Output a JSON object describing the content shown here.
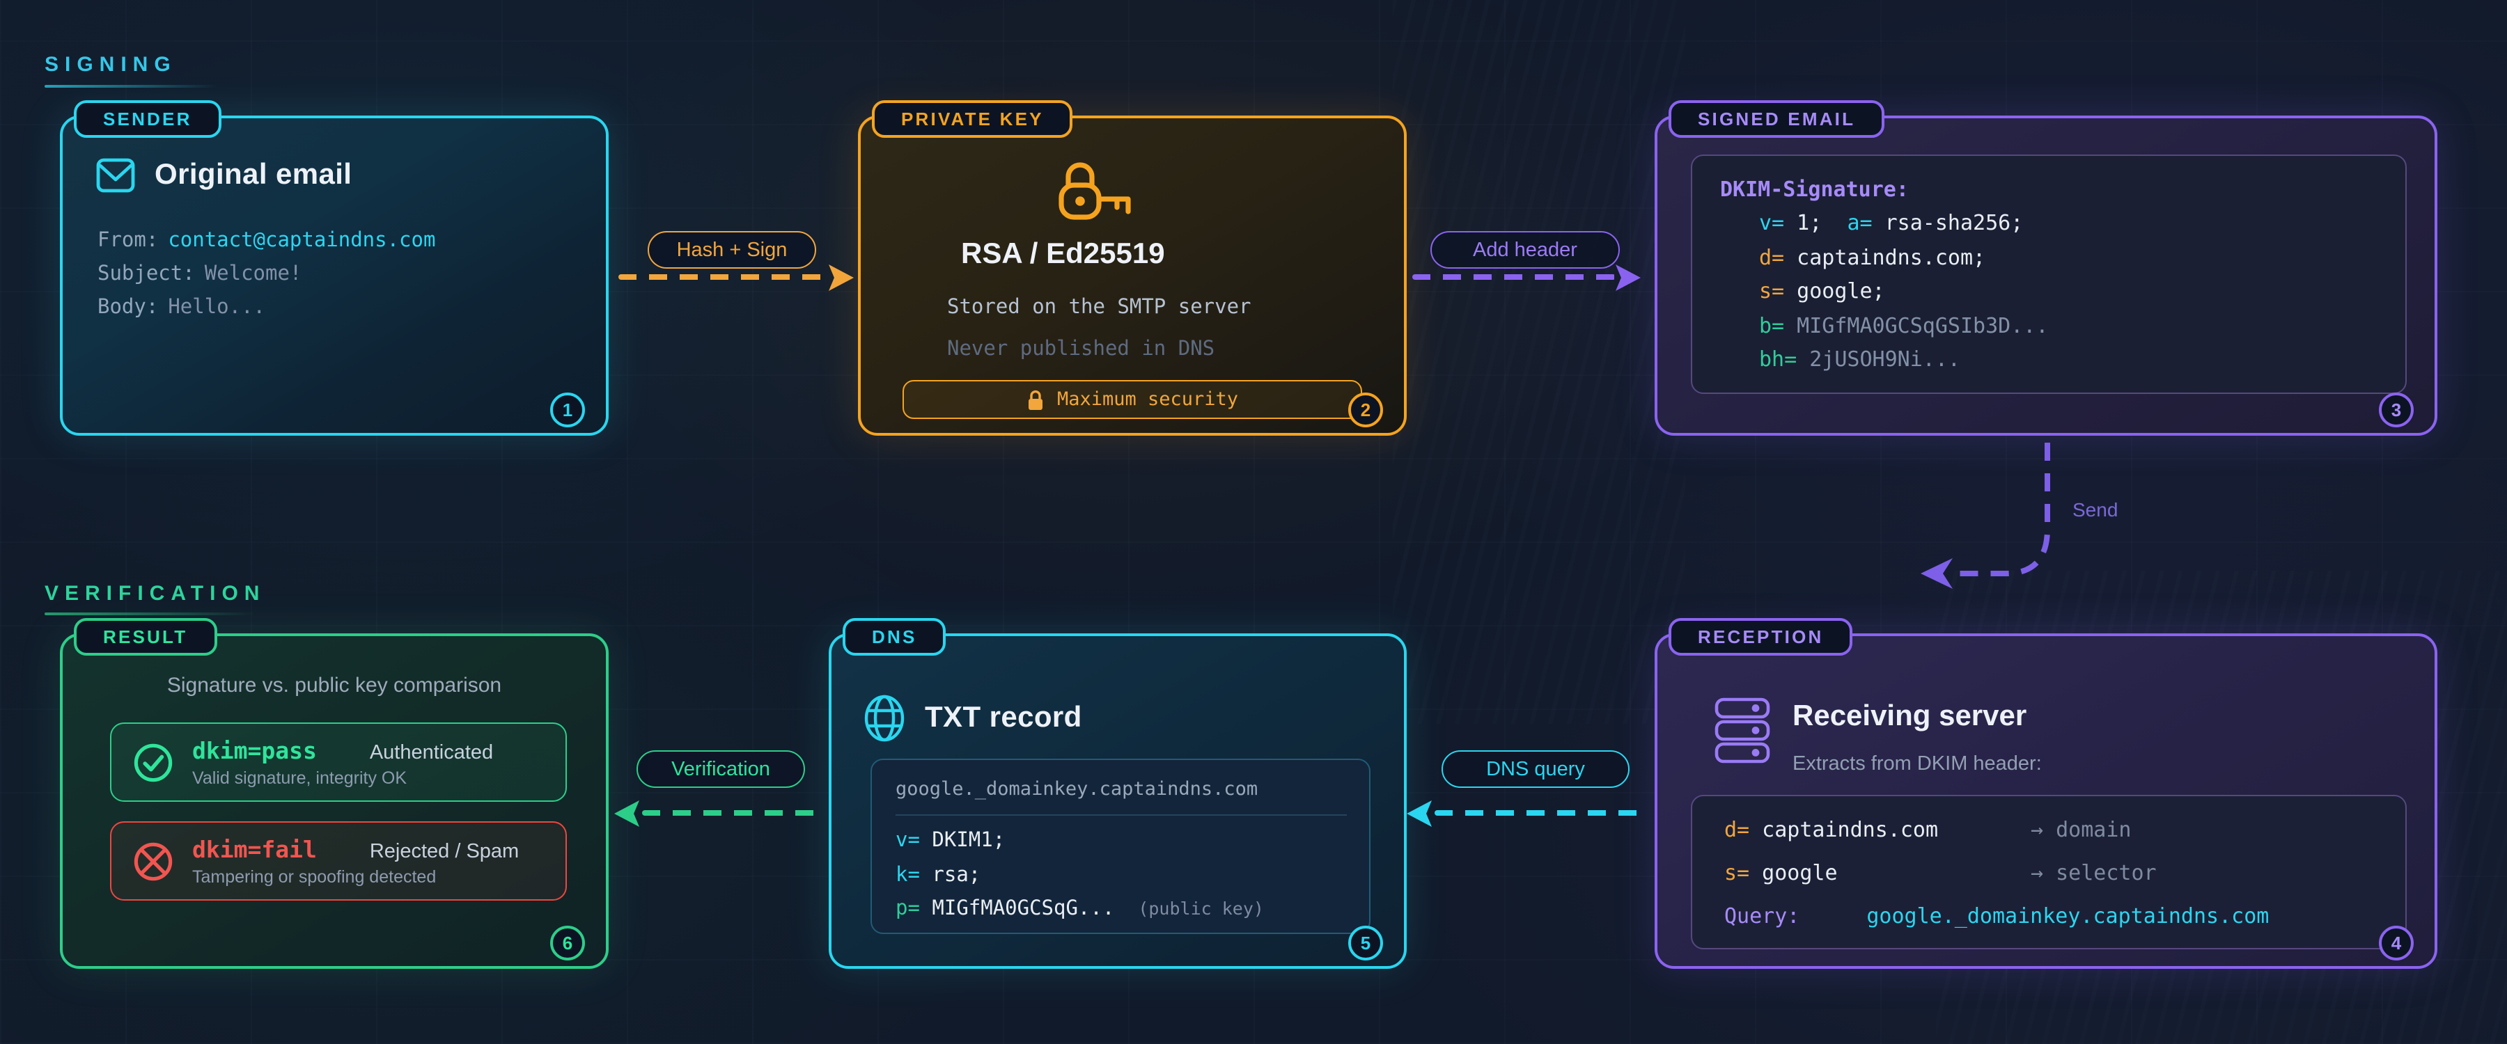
{
  "colors": {
    "background": "#111A2A",
    "cyan": "#2BD6F0",
    "orange": "#F5A31F",
    "purple": "#8B63F0",
    "purple_text": "#A78BFA",
    "green": "#2DCE89",
    "red": "#F0453F"
  },
  "sections": {
    "signing": {
      "label": "SIGNING"
    },
    "verification": {
      "label": "VERIFICATION"
    }
  },
  "arrows": {
    "hash_sign": {
      "label": "Hash + Sign"
    },
    "add_header": {
      "label": "Add header"
    },
    "send": {
      "label": "Send"
    },
    "dns_query": {
      "label": "DNS query"
    },
    "verification": {
      "label": "Verification"
    }
  },
  "cards": {
    "sender": {
      "tab": "SENDER",
      "step": "1",
      "icon": "envelope-icon",
      "title": "Original email",
      "fields": [
        {
          "label": "From:",
          "value": "contact@captaindns.com"
        },
        {
          "label": "Subject:",
          "value": "Welcome!"
        },
        {
          "label": "Body:",
          "value": "Hello..."
        }
      ]
    },
    "private_key": {
      "tab": "PRIVATE KEY",
      "step": "2",
      "icon": "lock-key-icon",
      "title": "RSA / Ed25519",
      "storage": "Stored on the SMTP server",
      "note": "Never published in DNS",
      "security_badge": "Maximum security"
    },
    "signed_email": {
      "tab": "SIGNED EMAIL",
      "step": "3",
      "header": "DKIM-Signature:",
      "lines": [
        [
          "v=",
          " 1;  ",
          "a=",
          " rsa-sha256;"
        ],
        [
          "d=",
          " captaindns.com;"
        ],
        [
          "s=",
          " google;"
        ],
        [
          "b=",
          " MIGfMA0GCSqGSIb3D..."
        ],
        [
          "bh=",
          " 2jUSOH9Ni..."
        ]
      ]
    },
    "reception": {
      "tab": "RECEPTION",
      "step": "4",
      "icon": "server-stack-icon",
      "title": "Receiving server",
      "subtitle": "Extracts from DKIM header:",
      "rows": [
        {
          "key": "d=",
          "value": " captaindns.com",
          "note": "→ domain"
        },
        {
          "key": "s=",
          "value": " google",
          "note": "→ selector"
        }
      ],
      "query": {
        "label": "Query:",
        "value": "google._domainkey.captaindns.com"
      }
    },
    "dns": {
      "tab": "DNS",
      "step": "5",
      "icon": "globe-icon",
      "title": "TXT record",
      "record": {
        "domain": "google._domainkey.captaindns.com",
        "lines": [
          [
            "v=",
            " DKIM1;"
          ],
          [
            "k=",
            " rsa;"
          ]
        ],
        "p_line": {
          "key": "p=",
          "value": " MIGfMA0GCSqG...",
          "note": "(public key)"
        }
      }
    },
    "result": {
      "tab": "RESULT",
      "step": "6",
      "title": "Signature vs. public key comparison",
      "pass": {
        "icon": "check-circle-icon",
        "code": "dkim=pass",
        "status": "Authenticated",
        "detail": "Valid signature, integrity OK"
      },
      "fail": {
        "icon": "x-circle-icon",
        "code": "dkim=fail",
        "status": "Rejected / Spam",
        "detail": "Tampering or spoofing detected"
      }
    }
  }
}
